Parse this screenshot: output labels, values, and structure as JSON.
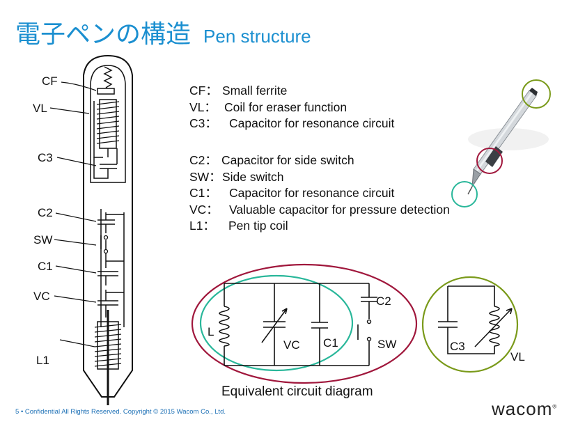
{
  "slide": {
    "title_jp": "電子ペンの構造",
    "title_en": "Pen structure"
  },
  "legend_group1": [
    {
      "key": "CF：",
      "desc": "Small ferrite"
    },
    {
      "key": "VL：",
      "desc": "Coil for eraser function"
    },
    {
      "key": "C3：",
      "desc": "Capacitor for resonance circuit"
    }
  ],
  "legend_group2": [
    {
      "key": "C2：",
      "desc": "Capacitor for side switch"
    },
    {
      "key": "SW：",
      "desc": "Side switch"
    },
    {
      "key": "C1：",
      "desc": "Capacitor for resonance circuit"
    },
    {
      "key": "VC：",
      "desc": "Valuable capacitor for pressure detection"
    },
    {
      "key": "L1：",
      "desc": "Pen tip coil"
    }
  ],
  "pen_labels": {
    "cf": "CF",
    "vl": "VL",
    "c3": "C3",
    "c2": "C2",
    "sw": "SW",
    "c1": "C1",
    "vc": "VC",
    "l1": "L1"
  },
  "circuit_labels": {
    "l": "L",
    "vc": "VC",
    "c1": "C1",
    "c2": "C2",
    "sw": "SW",
    "c3": "C3",
    "vl": "VL"
  },
  "caption": "Equivalent circuit diagram",
  "footer": {
    "page": "5",
    "text": "Confidential  All Rights Reserved. Copyright © 2015  Wacom Co., Ltd."
  },
  "logo": "wacom",
  "colors": {
    "title": "#1b8fd0",
    "ellipse_outer": "#a0173c",
    "ellipse_inner": "#29b79a",
    "circle_right": "#7a9a1a",
    "footer": "#1b6fb5"
  }
}
